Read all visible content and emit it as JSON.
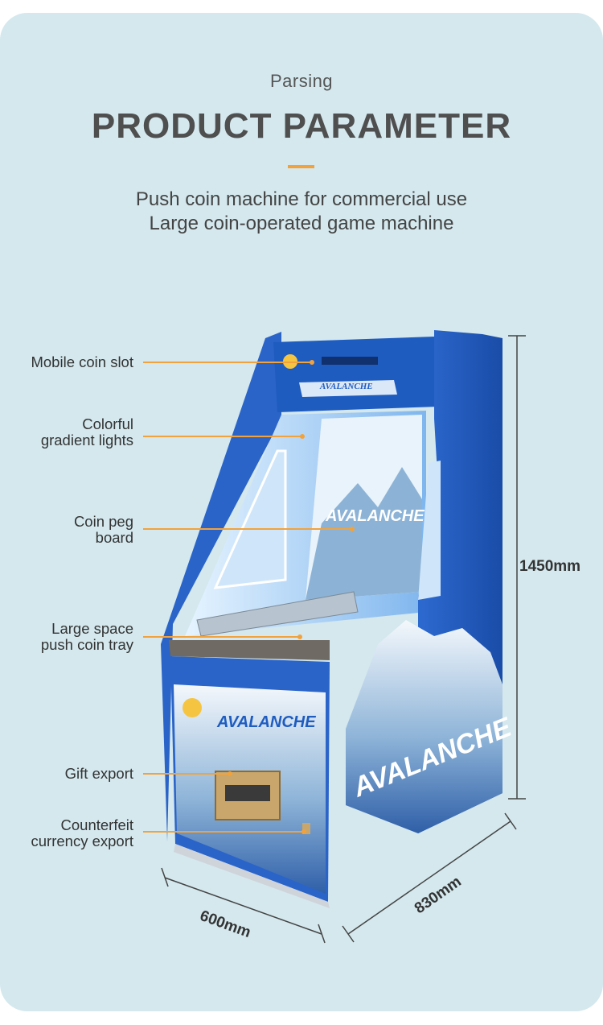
{
  "header": {
    "eyebrow": "Parsing",
    "title": "PRODUCT PARAMETER",
    "subtitle_line1": "Push coin machine for commercial use",
    "subtitle_line2": "Large coin-operated game machine"
  },
  "callouts": [
    {
      "line1": "Mobile coin slot",
      "line2": ""
    },
    {
      "line1": "Colorful",
      "line2": "gradient lights"
    },
    {
      "line1": "Coin peg",
      "line2": "board"
    },
    {
      "line1": "Large space",
      "line2": "push coin tray"
    },
    {
      "line1": "Gift export",
      "line2": ""
    },
    {
      "line1": "Counterfeit",
      "line2": "currency export"
    }
  ],
  "dimensions": {
    "height": "1450mm",
    "width": "600mm",
    "depth": "830mm"
  },
  "machine": {
    "brand": "AVALANCHE"
  },
  "colors": {
    "background": "#d4e8ee",
    "accent": "#f2a23c",
    "cabinet_blue": "#1f5cc0"
  }
}
